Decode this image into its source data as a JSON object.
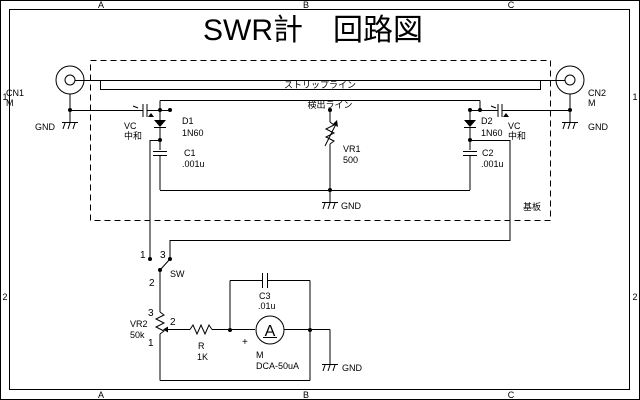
{
  "title": "SWR計　回路図",
  "border": {
    "columns": [
      "A",
      "B",
      "C"
    ],
    "rows": [
      "1",
      "2"
    ]
  },
  "board_label": "基板",
  "lines": {
    "strip_line": "ストリップライン",
    "detect_line": "検出ライン"
  },
  "components": {
    "cn1": {
      "ref": "CN1",
      "value": "M"
    },
    "cn2": {
      "ref": "CN2",
      "value": "M"
    },
    "vc1": {
      "ref": "VC",
      "value": "中和"
    },
    "vc2": {
      "ref": "VC",
      "value": "中和"
    },
    "d1": {
      "ref": "D1",
      "value": "1N60"
    },
    "d2": {
      "ref": "D2",
      "value": "1N60"
    },
    "c1": {
      "ref": "C1",
      "value": ".001u"
    },
    "c2": {
      "ref": "C2",
      "value": ".001u"
    },
    "vr1": {
      "ref": "VR1",
      "value": "500"
    },
    "sw": {
      "ref": "SW",
      "pins": [
        "1",
        "3",
        "2"
      ]
    },
    "vr2": {
      "ref": "VR2",
      "value": "50k",
      "pins": [
        "3",
        "2",
        "1"
      ]
    },
    "r": {
      "ref": "R",
      "value": "1K"
    },
    "c3": {
      "ref": "C3",
      "value": ".01u"
    },
    "m": {
      "ref": "M",
      "value": "DCA-50uA",
      "symbol": "A",
      "polarity": "+"
    }
  },
  "gnd_label": "GND"
}
